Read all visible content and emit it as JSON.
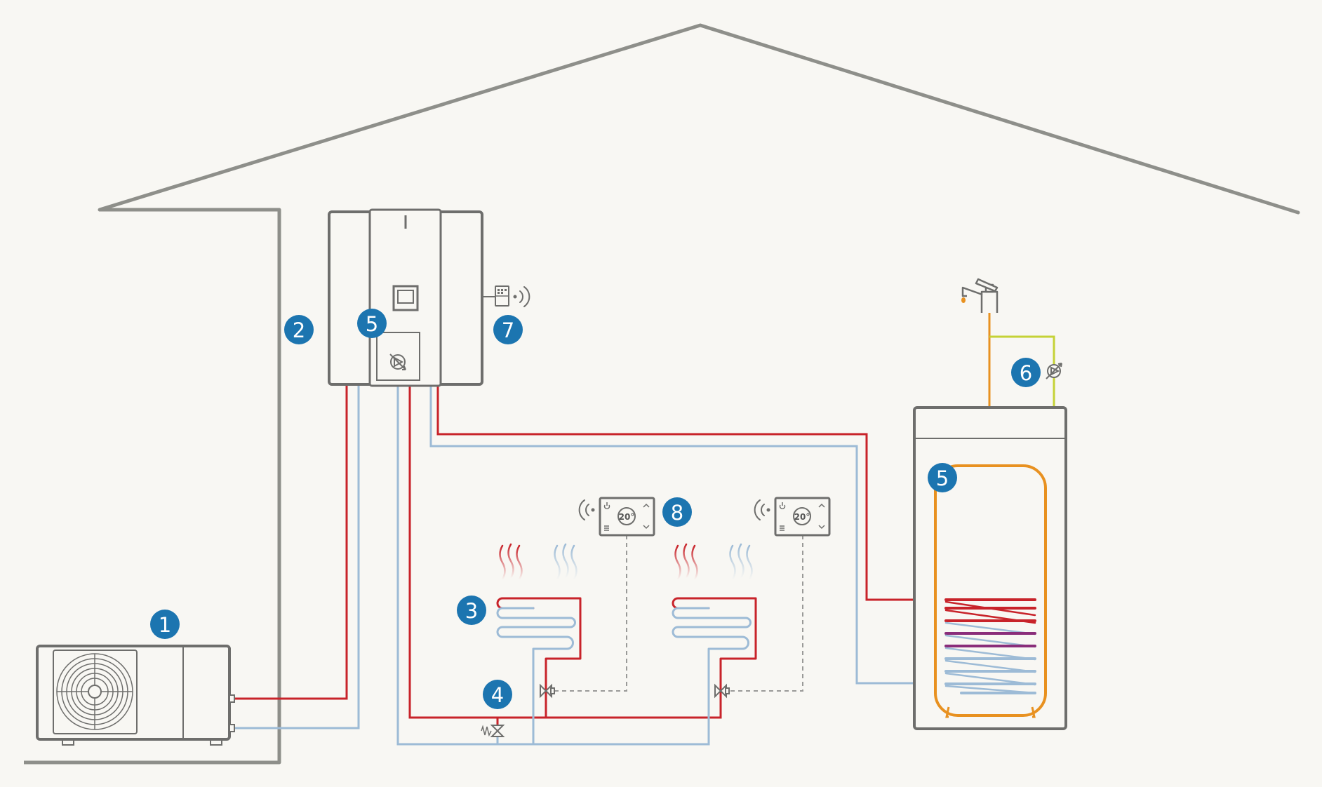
{
  "colors": {
    "background": "#f8f7f3",
    "outline": "#6e6e6c",
    "roof": "#8e8f8a",
    "flow_hot": "#c8232a",
    "return_cold": "#9dbbd6",
    "tank_shell": "#e89120",
    "circulation": "#c5d236",
    "coil_mid": "#8a2d7a",
    "control_wire": "#9a9a98",
    "badge": "#1c75b0"
  },
  "badges": {
    "outdoor_unit": "1",
    "wall_pipe": "2",
    "floor_heating_loop": "3",
    "bypass_valve": "4",
    "indoor_unit": "5",
    "hot_water_tank": "5",
    "circulation_pump": "6",
    "remote_control": "7",
    "room_thermostat": "8"
  },
  "icons": {
    "outdoor_unit": "heat-pump-fan-icon",
    "indoor_unit": "indoor-unit-icon",
    "pump": "circulation-pump-icon",
    "remote": "wireless-remote-icon",
    "thermostat": "room-thermostat-icon",
    "faucet": "faucet-icon",
    "valve": "zone-valve-icon",
    "heat_wave": "heat-wave-icon",
    "cool_wave": "cool-wave-icon"
  },
  "thermostats": [
    {
      "setpoint": "20°"
    },
    {
      "setpoint": "20°"
    }
  ]
}
